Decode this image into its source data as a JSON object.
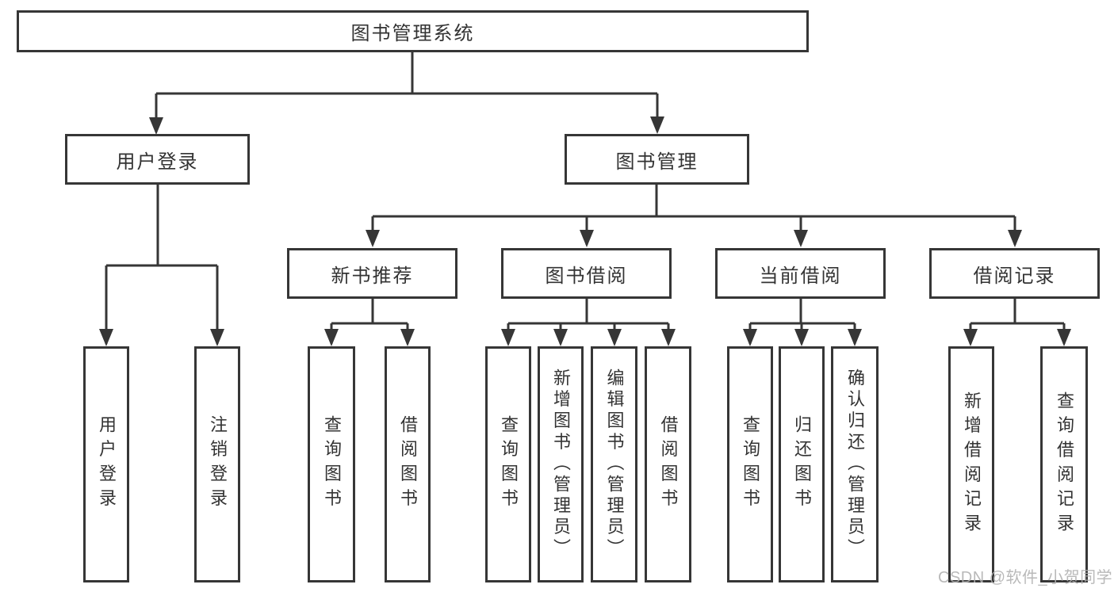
{
  "diagram": {
    "colors": {
      "line": "#363636",
      "box_border": "#363636",
      "box_background": "#ffffff",
      "text": "#333333",
      "watermark": "#b0b0b0"
    },
    "watermark": "CSDN @软件_小贺同学",
    "nodes": {
      "root": {
        "label": "图书管理系统"
      },
      "user_login": {
        "label": "用户登录"
      },
      "book_management": {
        "label": "图书管理"
      },
      "new_book_recommend": {
        "label": "新书推荐"
      },
      "book_borrowing": {
        "label": "图书借阅"
      },
      "current_borrowing": {
        "label": "当前借阅"
      },
      "borrow_records": {
        "label": "借阅记录"
      },
      "leaf_user_login": {
        "label": "用户登录"
      },
      "leaf_logout": {
        "label": "注销登录"
      },
      "leaf_search_book_1": {
        "label": "查询图书"
      },
      "leaf_borrow_book_1": {
        "label": "借阅图书"
      },
      "leaf_search_book_2": {
        "label": "查询图书"
      },
      "leaf_add_book": {
        "label": "新增图书（管理员）"
      },
      "leaf_edit_book": {
        "label": "编辑图书（管理员）"
      },
      "leaf_borrow_book_2": {
        "label": "借阅图书"
      },
      "leaf_search_book_3": {
        "label": "查询图书"
      },
      "leaf_return_book": {
        "label": "归还图书"
      },
      "leaf_confirm_return": {
        "label": "确认归还（管理员）"
      },
      "leaf_add_borrow_record": {
        "label": "新增借阅记录"
      },
      "leaf_search_borrow_record": {
        "label": "查询借阅记录"
      }
    }
  }
}
